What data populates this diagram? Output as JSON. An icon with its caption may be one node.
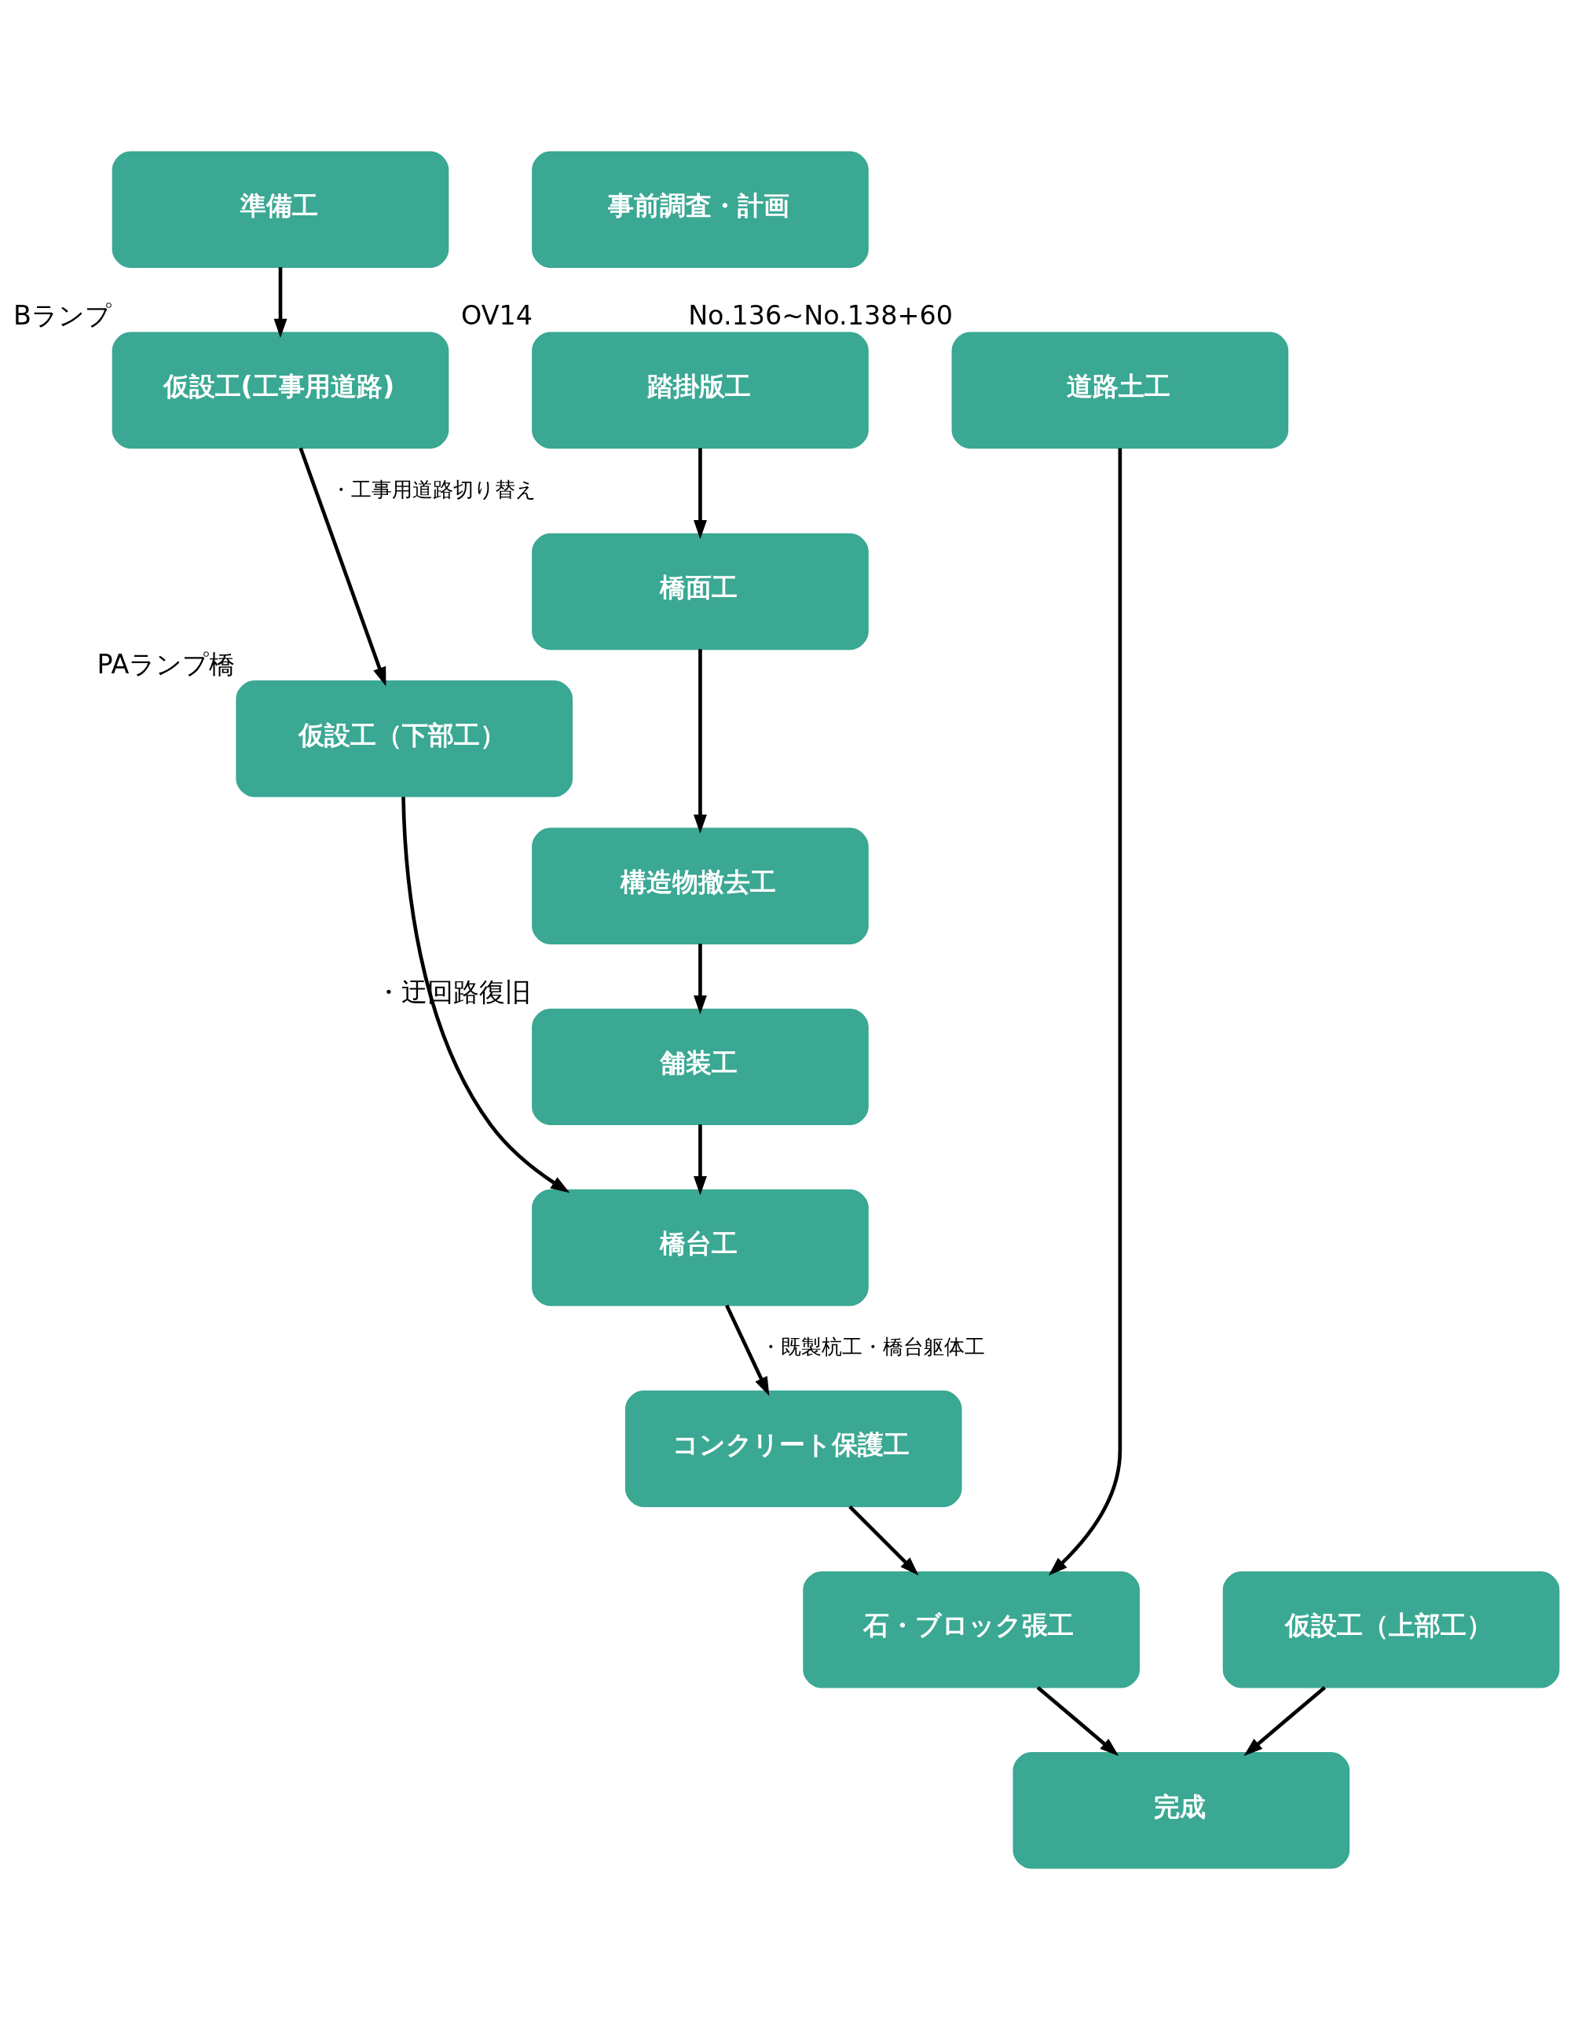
{
  "diagram": {
    "nodes": [
      {
        "text": [
          "準備工"
        ]
      },
      {
        "text": [
          "事前調査・計画"
        ]
      },
      {
        "text": [
          "仮設工(工事用道路)"
        ],
        "beside": [
          "Bランプ"
        ]
      },
      {
        "text": [
          "道路土工"
        ],
        "beside": [
          "No.136~No.138+60"
        ]
      },
      {
        "text": [
          "踏掛版工"
        ],
        "beside": [
          "OV14"
        ]
      },
      {
        "text": [
          "橋面工"
        ]
      },
      {
        "text": [
          "構造物撤去工"
        ]
      },
      {
        "text": [
          "舗装工"
        ],
        "beside": [
          "・迂回路復旧"
        ]
      },
      {
        "text": [
          "仮設工（下部工）"
        ],
        "beside": [
          "PAランプ橋"
        ]
      },
      {
        "text": [
          "橋台工"
        ]
      },
      {
        "text": [
          "コンクリート保護工"
        ]
      },
      {
        "text": [
          "石・ブロック張工"
        ]
      },
      {
        "text": [
          "仮設工（上部工）"
        ]
      },
      {
        "text": [
          "完成"
        ]
      }
    ],
    "edges": [
      {
        "from": 0,
        "to": 2,
        "arrow": "to"
      },
      {
        "from": 2,
        "to": 8,
        "arrow": "to",
        "label": "・工事用道路切り替え"
      },
      {
        "from": 4,
        "to": 5,
        "arrow": "to"
      },
      {
        "from": 5,
        "to": 6,
        "arrow": "to"
      },
      {
        "from": 6,
        "to": 7,
        "arrow": "to"
      },
      {
        "from": 8,
        "to": 9,
        "arrow": "to"
      },
      {
        "from": 7,
        "to": 9,
        "arrow": "to"
      },
      {
        "from": 9,
        "to": 10,
        "arrow": "to",
        "label": "・既製杭工・橋台躯体工"
      },
      {
        "from": 10,
        "to": 11,
        "arrow": "to"
      },
      {
        "from": 3,
        "to": 11,
        "arrow": "to"
      },
      {
        "from": 11,
        "to": 13,
        "arrow": "to"
      },
      {
        "from": 12,
        "to": 13,
        "arrow": "to"
      }
    ]
  }
}
